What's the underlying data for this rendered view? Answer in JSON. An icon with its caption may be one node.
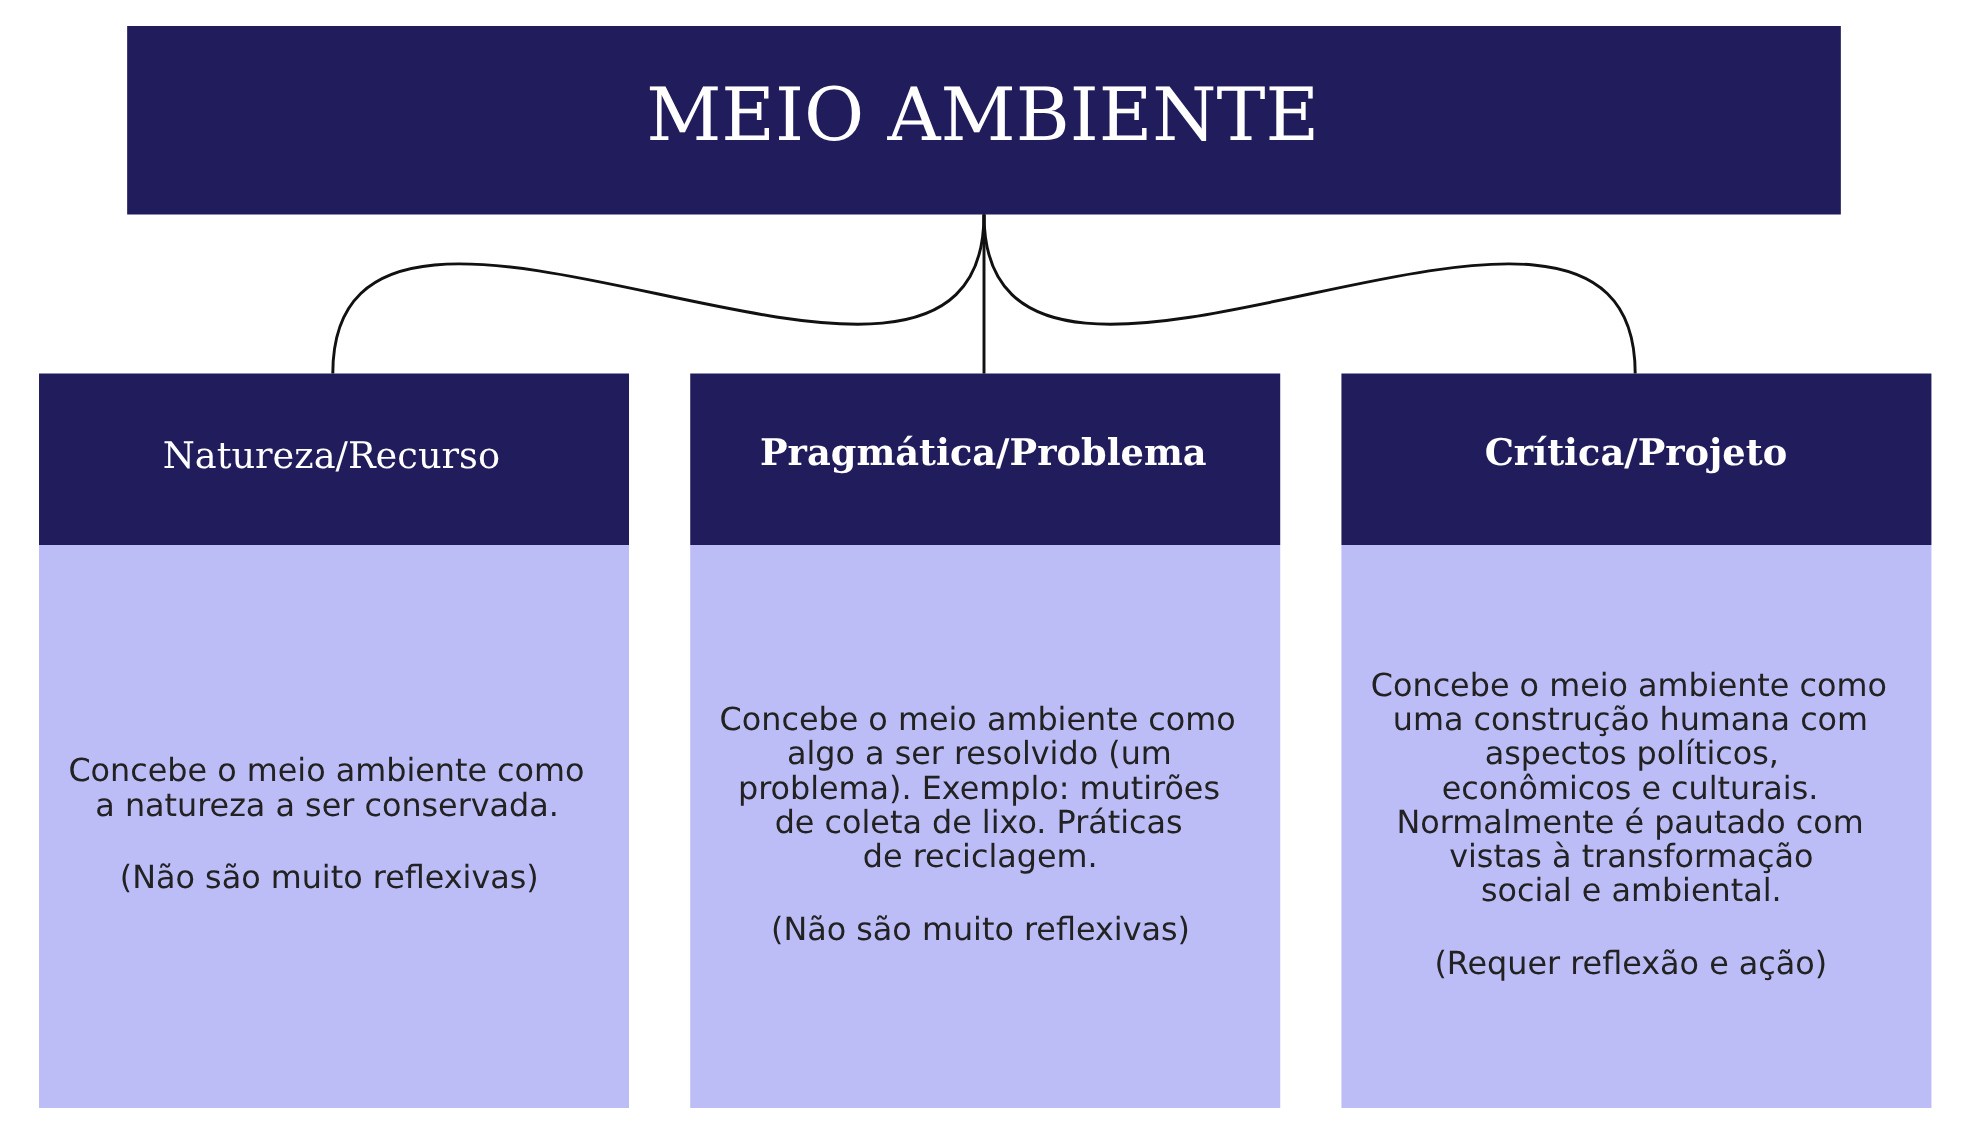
{
  "diagram": {
    "nodes": [
      {
        "text": [
          "MEIO AMBIENTE"
        ]
      },
      {
        "text": [
          "Natureza/Recurso",
          "Concebe o meio ambiente como a natureza a ser conservada.",
          "(Não são muito reflexivas)"
        ]
      },
      {
        "text": [
          "Pragmática/Problema",
          "Concebe o meio ambiente como algo a ser resolvido (um problema). Exemplo: mutirões de coleta de lixo. Práticas de reciclagem.",
          "(Não são muito reflexivas)"
        ]
      },
      {
        "text": [
          "Crítica/Projeto",
          "Concebe o meio ambiente como uma construção humana com aspectos políticos, econômicos e culturais. Normalmente é pautado com vistas à transformação social e ambiental.",
          "(Requer reflexão e ação)"
        ]
      }
    ],
    "edges": [
      {
        "from": 0,
        "to": 1,
        "arrow": "none"
      },
      {
        "from": 0,
        "to": 2,
        "arrow": "none"
      },
      {
        "from": 0,
        "to": 3,
        "arrow": "none"
      }
    ]
  }
}
